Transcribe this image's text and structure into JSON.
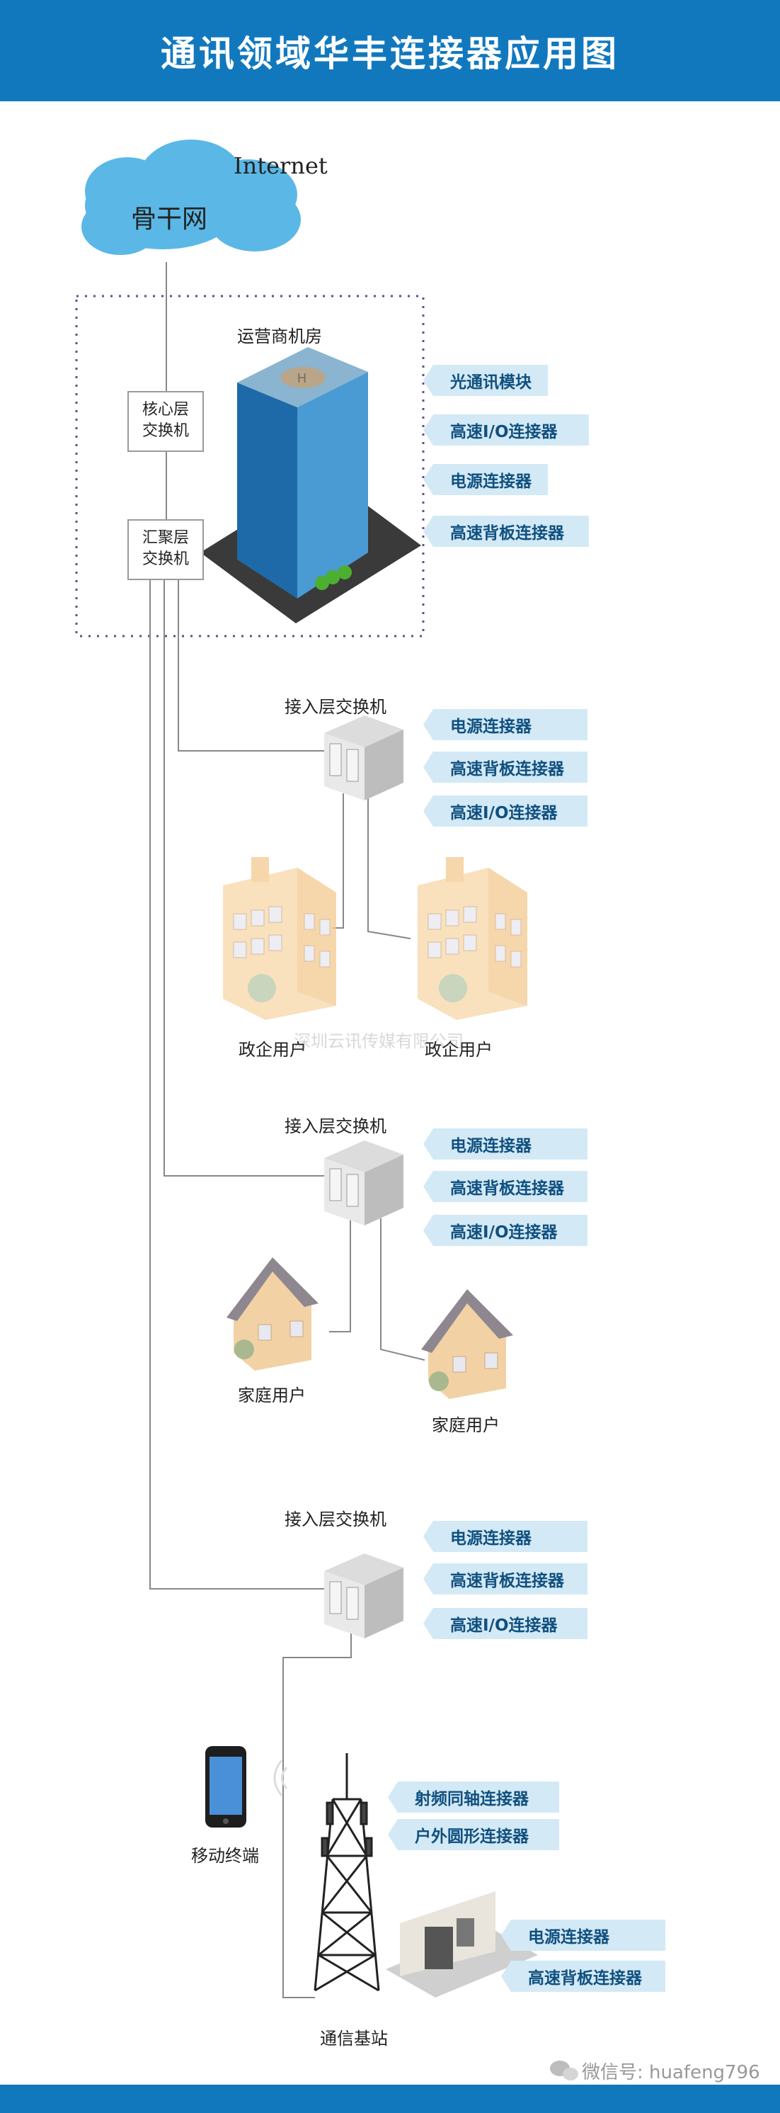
{
  "title": "通讯领域华丰连接器应用图",
  "cloud": {
    "internet": "Internet",
    "backbone": "骨干网"
  },
  "datacenter": {
    "label": "运营商机房",
    "core_switch": "核心层\n交换机",
    "agg_switch": "汇聚层\n交换机",
    "tags": [
      "光通讯模块",
      "高速I/O连接器",
      "电源连接器",
      "高速背板连接器"
    ]
  },
  "access1": {
    "label": "接入层交换机",
    "tags": [
      "电源连接器",
      "高速背板连接器",
      "高速I/O连接器"
    ],
    "user_left": "政企用户",
    "user_right": "政企用户",
    "watermark": "深圳云讯传媒有限公司"
  },
  "access2": {
    "label": "接入层交换机",
    "tags": [
      "电源连接器",
      "高速背板连接器",
      "高速I/O连接器"
    ],
    "user_left": "家庭用户",
    "user_right": "家庭用户"
  },
  "access3": {
    "label": "接入层交换机",
    "tags": [
      "电源连接器",
      "高速背板连接器",
      "高速I/O连接器"
    ]
  },
  "mobile": {
    "label": "移动终端"
  },
  "basestation": {
    "label": "通信基站",
    "tower_tags": [
      "射频同轴连接器",
      "户外圆形连接器"
    ],
    "cabinet_tags": [
      "电源连接器",
      "高速背板连接器"
    ]
  },
  "wechat": "微信号: huafeng796"
}
